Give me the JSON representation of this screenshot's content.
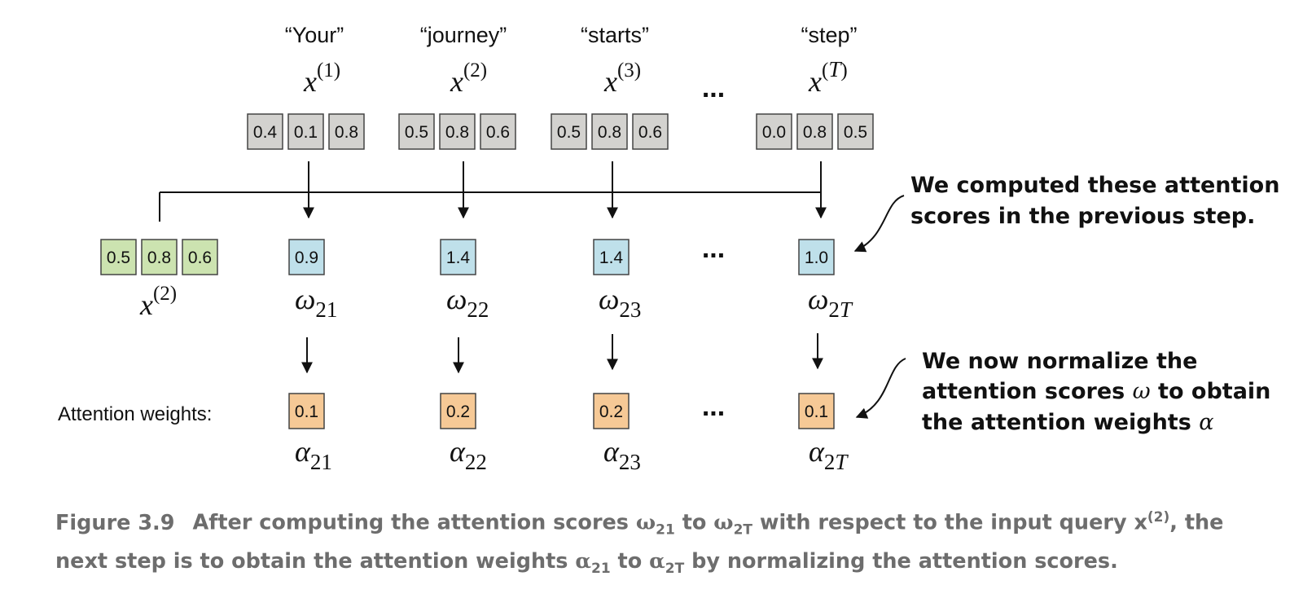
{
  "tokens": [
    {
      "word": "“Your”",
      "var": "x",
      "sup": "(1)",
      "sup_italic": false,
      "values": [
        "0.4",
        "0.1",
        "0.8"
      ]
    },
    {
      "word": "“journey”",
      "var": "x",
      "sup": "(2)",
      "sup_italic": false,
      "values": [
        "0.5",
        "0.8",
        "0.6"
      ]
    },
    {
      "word": "“starts”",
      "var": "x",
      "sup": "(3)",
      "sup_italic": false,
      "values": [
        "0.5",
        "0.8",
        "0.6"
      ]
    },
    {
      "word": "“step”",
      "var": "x",
      "sup": "(",
      "sup_T": "T",
      "sup_close": ")",
      "values": [
        "0.0",
        "0.8",
        "0.5"
      ]
    }
  ],
  "query": {
    "var": "x",
    "sup": "(2)",
    "values": [
      "0.5",
      "0.8",
      "0.6"
    ]
  },
  "scores": [
    {
      "value": "0.9",
      "symbol": "ω",
      "sub": "21"
    },
    {
      "value": "1.4",
      "symbol": "ω",
      "sub": "22"
    },
    {
      "value": "1.4",
      "symbol": "ω",
      "sub": "23"
    },
    {
      "value": "1.0",
      "symbol": "ω",
      "sub": "2",
      "sub_T": "T"
    }
  ],
  "weights": [
    {
      "value": "0.1",
      "symbol": "α",
      "sub": "21"
    },
    {
      "value": "0.2",
      "symbol": "α",
      "sub": "22"
    },
    {
      "value": "0.2",
      "symbol": "α",
      "sub": "23"
    },
    {
      "value": "0.1",
      "symbol": "α",
      "sub": "2",
      "sub_T": "T"
    }
  ],
  "ellipsis": "...",
  "attention_weights_label": "Attention weights:",
  "annotations": {
    "scores_note_line1": "We computed these attention",
    "scores_note_line2": "scores in the previous step.",
    "weights_note_line1": "We now normalize the",
    "weights_note_line2_a": "attention scores ",
    "weights_note_line2_sym": "ω",
    "weights_note_line2_b": " to obtain",
    "weights_note_line3_a": "the attention weights ",
    "weights_note_line3_sym": "α"
  },
  "caption": {
    "figure_label": "Figure 3.9",
    "part1": "After computing the attention scores ",
    "omega": "ω",
    "sub_21": "21",
    "to": " to ",
    "sub_2T": "2T",
    "part2": " with respect to the input query x",
    "sup_2": "(2)",
    "part3": ", the next step is to obtain the attention weights ",
    "alpha": "α",
    "part4": " by normalizing the attention scores."
  },
  "colors": {
    "input_box": "#d3d2cf",
    "query_box": "#cce3b0",
    "score_box": "#bfe0ea",
    "weight_box": "#f6c996",
    "caption_text": "#6d6d6d"
  }
}
